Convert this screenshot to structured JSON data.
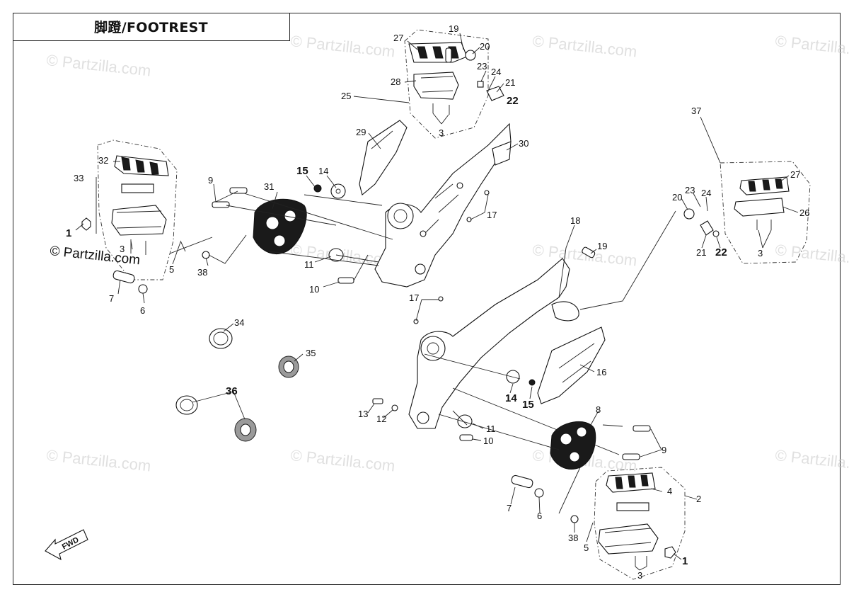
{
  "title": "脚蹬/FOOTREST",
  "watermark_text": "© Partzilla.com",
  "copyright_text": "© Partzilla.com",
  "fwd_label": "FWD",
  "callouts": [
    {
      "id": "c19a",
      "text": "19"
    },
    {
      "id": "c27a",
      "text": "27"
    },
    {
      "id": "c20a",
      "text": "20"
    },
    {
      "id": "c23a",
      "text": "23"
    },
    {
      "id": "c24a",
      "text": "24"
    },
    {
      "id": "c21a",
      "text": "21"
    },
    {
      "id": "c22a",
      "text": "22"
    },
    {
      "id": "c28",
      "text": "28"
    },
    {
      "id": "c25",
      "text": "25"
    },
    {
      "id": "c3a",
      "text": "3"
    },
    {
      "id": "c29",
      "text": "29"
    },
    {
      "id": "c30",
      "text": "30"
    },
    {
      "id": "c32",
      "text": "32"
    },
    {
      "id": "c33",
      "text": "33"
    },
    {
      "id": "c9a",
      "text": "9"
    },
    {
      "id": "c31",
      "text": "31"
    },
    {
      "id": "c15a",
      "text": "15"
    },
    {
      "id": "c14a",
      "text": "14"
    },
    {
      "id": "c17a",
      "text": "17"
    },
    {
      "id": "c1a",
      "text": "1"
    },
    {
      "id": "c3b",
      "text": "3"
    },
    {
      "id": "c5a",
      "text": "5"
    },
    {
      "id": "c38a",
      "text": "38"
    },
    {
      "id": "c11a",
      "text": "11"
    },
    {
      "id": "c7a",
      "text": "7"
    },
    {
      "id": "c6a",
      "text": "6"
    },
    {
      "id": "c10a",
      "text": "10"
    },
    {
      "id": "c18",
      "text": "18"
    },
    {
      "id": "c19b",
      "text": "19"
    },
    {
      "id": "c37",
      "text": "37"
    },
    {
      "id": "c23b",
      "text": "23"
    },
    {
      "id": "c24b",
      "text": "24"
    },
    {
      "id": "c20b",
      "text": "20"
    },
    {
      "id": "c27b",
      "text": "27"
    },
    {
      "id": "c26",
      "text": "26"
    },
    {
      "id": "c21b",
      "text": "21"
    },
    {
      "id": "c22b",
      "text": "22"
    },
    {
      "id": "c3c",
      "text": "3"
    },
    {
      "id": "c17b",
      "text": "17"
    },
    {
      "id": "c34",
      "text": "34"
    },
    {
      "id": "c35",
      "text": "35"
    },
    {
      "id": "c16",
      "text": "16"
    },
    {
      "id": "c36",
      "text": "36"
    },
    {
      "id": "c14b",
      "text": "14"
    },
    {
      "id": "c15b",
      "text": "15"
    },
    {
      "id": "c13",
      "text": "13"
    },
    {
      "id": "c12",
      "text": "12"
    },
    {
      "id": "c11b",
      "text": "11"
    },
    {
      "id": "c10b",
      "text": "10"
    },
    {
      "id": "c8",
      "text": "8"
    },
    {
      "id": "c9b",
      "text": "9"
    },
    {
      "id": "c4",
      "text": "4"
    },
    {
      "id": "c2",
      "text": "2"
    },
    {
      "id": "c7b",
      "text": "7"
    },
    {
      "id": "c6b",
      "text": "6"
    },
    {
      "id": "c38b",
      "text": "38"
    },
    {
      "id": "c5b",
      "text": "5"
    },
    {
      "id": "c3d",
      "text": "3"
    },
    {
      "id": "c1b",
      "text": "1"
    }
  ]
}
